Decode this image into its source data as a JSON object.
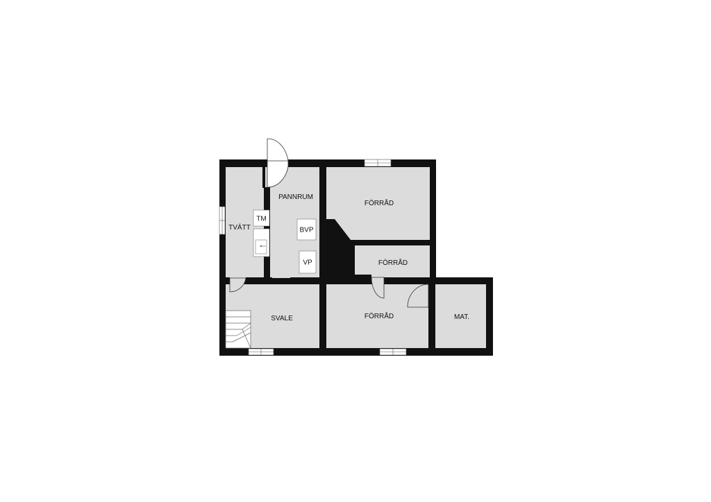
{
  "rooms": {
    "tvatt": "TVÄTT",
    "pannrum": "PANNRUM",
    "forrad_top": "FÖRRÅD",
    "forrad_middle": "FÖRRÅD",
    "forrad_bottom": "FÖRRÅD",
    "svale": "SVALE",
    "mat": "MAT."
  },
  "fixtures": {
    "tm": "TM",
    "bvp": "BVP",
    "vp": "VP"
  },
  "colors": {
    "wall": "#111111",
    "floor": "#dcdcdc",
    "fixture": "#ffffff"
  }
}
